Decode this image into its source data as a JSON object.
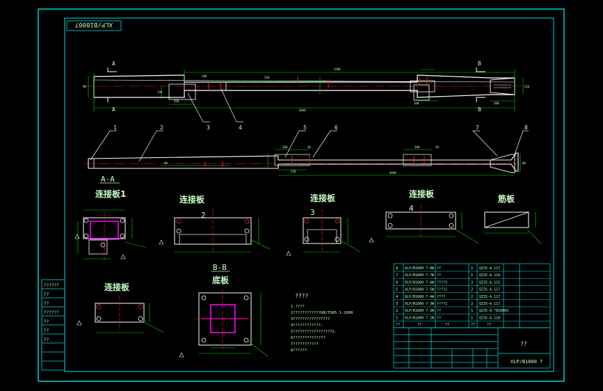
{
  "title_block": {
    "drawing_code_rotated": "XLP/B18007",
    "drawing_code": "XLP/B1800 7",
    "name": "??"
  },
  "views": {
    "section_a": "A",
    "section_b": "B",
    "aa_label": "A-A",
    "bb_label": "B-B",
    "plate1": "连接板1",
    "plate2": "连接板",
    "plate3": "连接板",
    "plate4": "连接板",
    "plate5": "连接板",
    "rib": "筋板",
    "base": "底板",
    "plate_num2": "2",
    "plate_num3": "3",
    "plate_num4": "4"
  },
  "balloons": [
    "1",
    "2",
    "3",
    "4",
    "5",
    "6",
    "7",
    "8"
  ],
  "notes": {
    "heading": "????",
    "lines": [
      "1.????",
      "2????????????GB/T985.1-2008",
      "3????????????????",
      "4????????????.",
      "5?????????????????2.",
      "6??????????????",
      "7???????????",
      "8??????"
    ]
  },
  "bom": [
    {
      "no": "8",
      "code": "XLP/B1800 7-8W",
      "name": "??",
      "qty": "1",
      "std": "QZ35-A.117"
    },
    {
      "no": "7",
      "code": "XLP/B1800 7-7W",
      "name": "??",
      "qty": "1",
      "std": "QZ35-A.116"
    },
    {
      "no": "6",
      "code": "XLP/B1800 7-6W",
      "name": "????3",
      "qty": "2",
      "std": "QZ35-A.115"
    },
    {
      "no": "5",
      "code": "XLP/B1800 7-5W",
      "name": "????2",
      "qty": "2",
      "std": "QZ35-A.117"
    },
    {
      "no": "4",
      "code": "XLP/B1800 7-4W",
      "name": "????",
      "qty": "2",
      "std": "QZ35-A.117"
    },
    {
      "no": "3",
      "code": "XLP/B1800 7-3W",
      "name": "????1",
      "qty": "2",
      "std": "QZ35-A.117"
    },
    {
      "no": "2",
      "code": "XLP/B1800 7-2W",
      "name": "??",
      "qty": "1",
      "std": "QZ35-A.*B18002"
    },
    {
      "no": "1",
      "code": "XLP/B1800 7-1W",
      "name": "??",
      "qty": "1",
      "std": "QZ35-A.110"
    }
  ],
  "bom_header": [
    "??",
    "??",
    "??",
    "??",
    "??"
  ],
  "side_table": [
    "??????",
    "??",
    "??",
    "??????",
    "??",
    "??",
    "??"
  ],
  "colors": {
    "frame": "#00e0e0",
    "body": "#ffffff",
    "dim": "#00e000",
    "center": "#ff2020",
    "magenta": "#ff00ff",
    "text": "#c8ffc8",
    "yellow": "#ffff00"
  }
}
